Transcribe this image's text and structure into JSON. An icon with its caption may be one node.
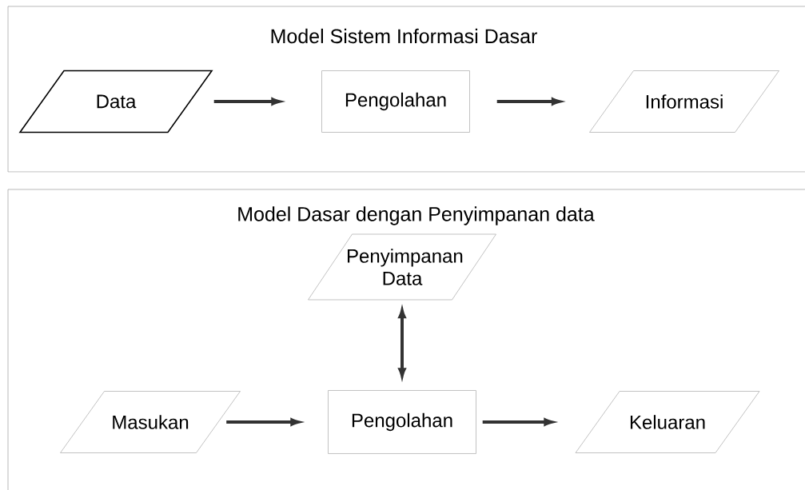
{
  "diagram": {
    "nodes": [
      {
        "text": [
          "Model Sistem Informasi Dasar"
        ]
      },
      {
        "text": [
          "Data"
        ],
        "in": 0
      },
      {
        "text": [
          "Pengolahan"
        ],
        "in": 0
      },
      {
        "text": [
          "Informasi"
        ],
        "in": 0
      },
      {
        "text": [
          "Model Dasar dengan Penyimpanan data"
        ]
      },
      {
        "text": [
          "Penyimpanan Data"
        ],
        "in": 4
      },
      {
        "text": [
          "Masukan"
        ],
        "in": 4
      },
      {
        "text": [
          "Pengolahan"
        ],
        "in": 4
      },
      {
        "text": [
          "Keluaran"
        ],
        "in": 4
      }
    ],
    "edges": [
      {
        "from": 1,
        "to": 2,
        "arrow": "to"
      },
      {
        "from": 2,
        "to": 3,
        "arrow": "to"
      },
      {
        "from": 5,
        "to": 7,
        "arrow": "both"
      },
      {
        "from": 6,
        "to": 7,
        "arrow": "to"
      },
      {
        "from": 7,
        "to": 8,
        "arrow": "to"
      }
    ]
  }
}
